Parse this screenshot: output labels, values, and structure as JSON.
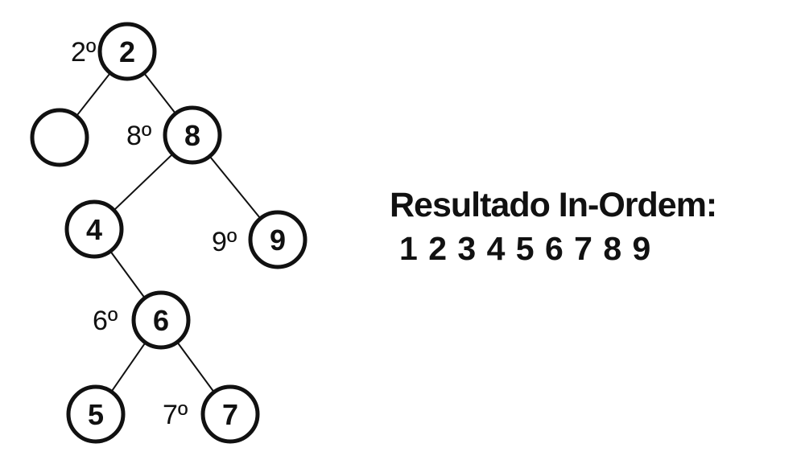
{
  "tree": {
    "nodes": [
      {
        "id": "n2",
        "value": "2",
        "order": "2º"
      },
      {
        "id": "nempty",
        "value": "",
        "order": ""
      },
      {
        "id": "n8",
        "value": "8",
        "order": "8º"
      },
      {
        "id": "n4",
        "value": "4",
        "order": ""
      },
      {
        "id": "n9",
        "value": "9",
        "order": "9º"
      },
      {
        "id": "n6",
        "value": "6",
        "order": "6º"
      },
      {
        "id": "n5",
        "value": "5",
        "order": ""
      },
      {
        "id": "n7",
        "value": "7",
        "order": "7º"
      }
    ],
    "edges": [
      {
        "from": "n2",
        "to": "nempty"
      },
      {
        "from": "n2",
        "to": "n8"
      },
      {
        "from": "n8",
        "to": "n4"
      },
      {
        "from": "n8",
        "to": "n9"
      },
      {
        "from": "n4",
        "to": "n6"
      },
      {
        "from": "n6",
        "to": "n5"
      },
      {
        "from": "n6",
        "to": "n7"
      }
    ]
  },
  "result": {
    "title": "Resultado In-Ordem:",
    "sequence": "1 2 3 4 5 6 7 8 9"
  }
}
